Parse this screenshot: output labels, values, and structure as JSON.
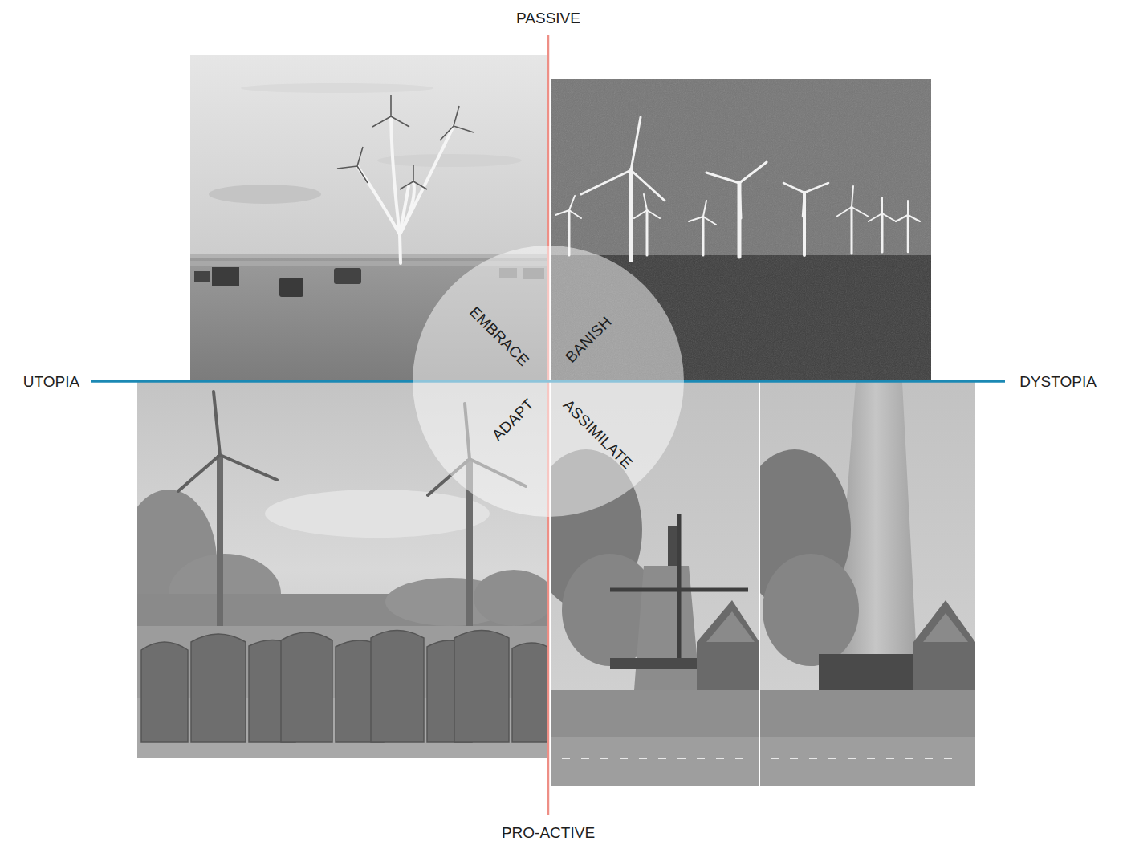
{
  "diagram": {
    "nodes": [
      {
        "text": [
          "EMBRACE",
          "BANISH",
          "ADAPT",
          "ASSIMILATE"
        ]
      }
    ],
    "labels": [
      "PASSIVE",
      "UTOPIA",
      "DYSTOPIA",
      "PRO-ACTIVE"
    ]
  }
}
